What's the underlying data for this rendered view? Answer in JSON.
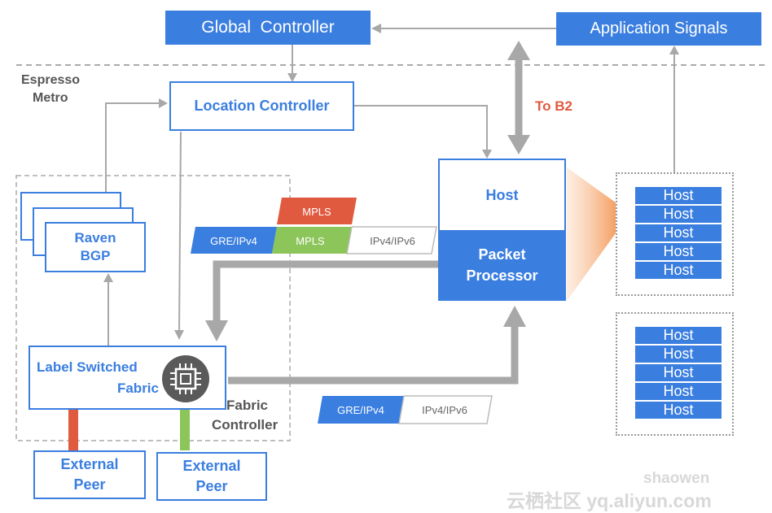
{
  "title_boxes": {
    "global_controller": "Global  Controller",
    "application_signals": "Application Signals"
  },
  "labels": {
    "espresso_line1": "Espresso",
    "espresso_line2": "Metro",
    "to_b2": "To B2",
    "fabric_line1": "Fabric",
    "fabric_line2": "Controller"
  },
  "nodes": {
    "location_controller": "Location Controller",
    "raven_line1": "Raven",
    "raven_line2": "BGP",
    "lsf_line1": "Label Switched",
    "lsf_line2": "Fabric",
    "host": "Host",
    "pp_line1": "Packet",
    "pp_line2": "Processor",
    "external_peer_line1": "External",
    "external_peer_line2": "Peer"
  },
  "packets": {
    "top": {
      "gre": "GRE/IPv4",
      "mpls_red": "MPLS",
      "mpls_green": "MPLS",
      "ipv": "IPv4/IPv6"
    },
    "bottom": {
      "gre": "GRE/IPv4",
      "ipv": "IPv4/IPv6"
    }
  },
  "host_stacks": [
    {
      "hosts": [
        "Host",
        "Host",
        "Host",
        "Host",
        "Host"
      ]
    },
    {
      "hosts": [
        "Host",
        "Host",
        "Host",
        "Host",
        "Host"
      ]
    }
  ],
  "watermark": {
    "site": "云栖社区 yq.aliyun.com",
    "author": "shaowen"
  },
  "colors": {
    "accent_blue": "#3a7ee0",
    "mpls_red": "#e05a40",
    "mpls_green": "#8cc55a",
    "orange": "#f08030",
    "gray_arrow": "#a8a8a8"
  }
}
